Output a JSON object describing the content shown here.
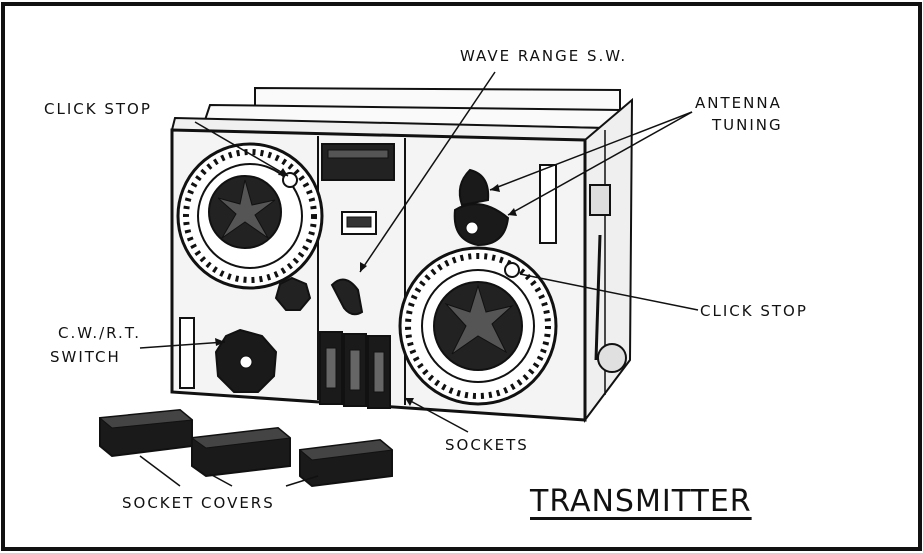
{
  "labels": {
    "click_stop_left": "CLICK STOP",
    "wave_range": "WAVE RANGE S.W.",
    "antenna_line1": "ANTENNA",
    "antenna_line2": "TUNING",
    "click_stop_right": "CLICK STOP",
    "cw_rt_line1": "C.W./R.T.",
    "cw_rt_line2": "SWITCH",
    "sockets": "SOCKETS",
    "socket_covers": "SOCKET COVERS"
  },
  "title": "TRANSMITTER",
  "colors": {
    "ink": "#111111",
    "panel": "#f4f4f4",
    "paper": "#ffffff"
  }
}
